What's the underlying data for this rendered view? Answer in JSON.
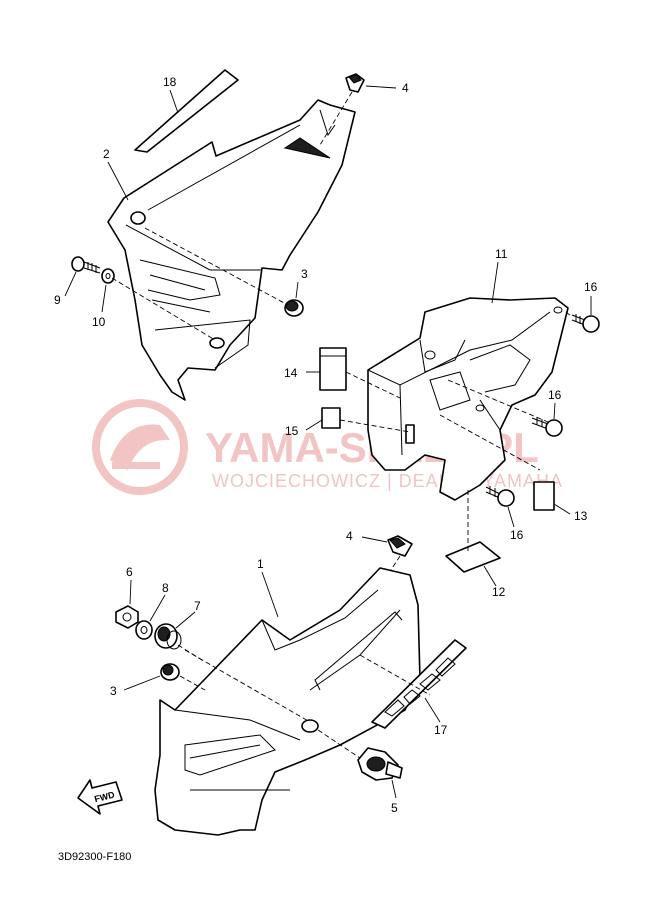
{
  "diagram_code": "3D92300-F180",
  "watermark": {
    "brand": "YAMA-SKLEP.PL",
    "subtitle": "WOJCIECHOWICZ | DEALER YAMAHA"
  },
  "fwd_label": "FWD",
  "callouts": {
    "c18": "18",
    "c4a": "4",
    "c2": "2",
    "c3a": "3",
    "c9": "9",
    "c10": "10",
    "c11": "11",
    "c16a": "16",
    "c14": "14",
    "c15": "15",
    "c16b": "16",
    "c13": "13",
    "c16c": "16",
    "c12": "12",
    "c4b": "4",
    "c1": "1",
    "c6": "6",
    "c8": "8",
    "c7": "7",
    "c3b": "3",
    "c17": "17",
    "c5": "5"
  },
  "colors": {
    "line": "#000000",
    "watermark": "#f2c4c4",
    "background": "#ffffff"
  }
}
